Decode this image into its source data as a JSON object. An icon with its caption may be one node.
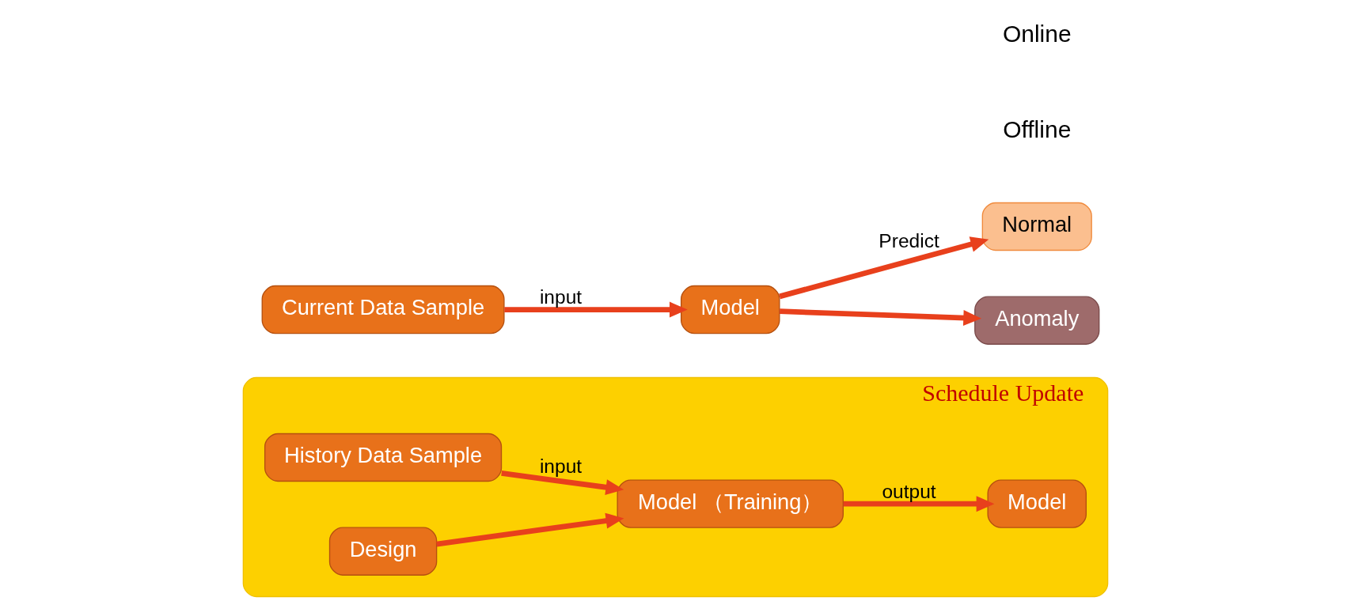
{
  "diagram": {
    "nodes": [
      {
        "text": [
          "Schedule Update"
        ]
      },
      {
        "text": [
          "History Data Sample"
        ],
        "in": 0
      },
      {
        "text": [
          "Design"
        ],
        "in": 0
      },
      {
        "text": [
          "Model （Training）"
        ],
        "in": 0
      },
      {
        "text": [
          "Model"
        ],
        "in": 0
      },
      {
        "text": [
          "Current Data Sample"
        ]
      },
      {
        "text": [
          "Model"
        ]
      },
      {
        "text": [
          "Normal"
        ]
      },
      {
        "text": [
          "Anomaly"
        ]
      }
    ],
    "edges": [
      {
        "from": 1,
        "to": 3,
        "label": "input",
        "arrow": "to"
      },
      {
        "from": 2,
        "to": 3,
        "arrow": "to"
      },
      {
        "from": 3,
        "to": 4,
        "label": "output",
        "arrow": "to"
      },
      {
        "from": 5,
        "to": 6,
        "label": "input",
        "arrow": "to"
      },
      {
        "from": 6,
        "to": 7,
        "label": "Predict",
        "arrow": "to"
      },
      {
        "from": 6,
        "to": 8,
        "arrow": "to"
      }
    ],
    "labels": [
      "Offline",
      "Online"
    ]
  }
}
